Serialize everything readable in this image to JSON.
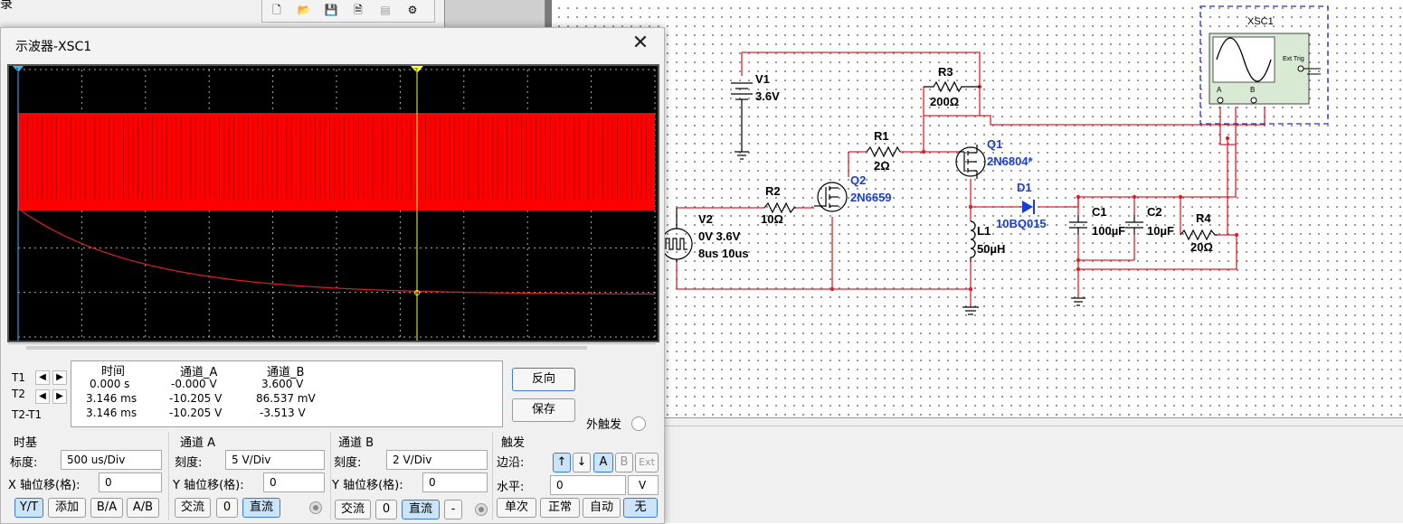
{
  "main": {
    "topleft_char": "录"
  },
  "scope": {
    "title": "示波器-XSC1",
    "close_glyph": "✕",
    "cursor_t1_marker": "1",
    "cursor_t2_marker": "2",
    "readout": {
      "headers": [
        "时间",
        "通道_A",
        "通道_B"
      ],
      "rows": [
        {
          "label": "T1",
          "time": "0.000 s",
          "a": "-0.000 V",
          "b": "3.600 V"
        },
        {
          "label": "T2",
          "time": "3.146 ms",
          "a": "-10.205 V",
          "b": "86.537 mV"
        },
        {
          "label": "T2-T1",
          "time": "3.146 ms",
          "a": "-10.205 V",
          "b": "-3.513 V"
        }
      ]
    },
    "buttons": {
      "reverse": "反向",
      "save": "保存"
    },
    "ext_trigger_label": "外触发",
    "timebase": {
      "title": "时基",
      "scale_label": "标度:",
      "scale_value": "500 us/Div",
      "xpos_label": "X 轴位移(格):",
      "xpos_value": "0",
      "modes": [
        "Y/T",
        "添加",
        "B/A",
        "A/B"
      ],
      "active_mode": "Y/T"
    },
    "channel_a": {
      "title": "通道 A",
      "scale_label": "刻度:",
      "scale_value": "5  V/Div",
      "ypos_label": "Y 轴位移(格):",
      "ypos_value": "0",
      "couplings": [
        "交流",
        "0",
        "直流"
      ],
      "active_coupling": "直流"
    },
    "channel_b": {
      "title": "通道 B",
      "scale_label": "刻度:",
      "scale_value": "2  V/Div",
      "ypos_label": "Y 轴位移(格):",
      "ypos_value": "0",
      "couplings": [
        "交流",
        "0",
        "直流",
        "-"
      ],
      "active_coupling": "直流"
    },
    "trigger": {
      "title": "触发",
      "edge_label": "边沿:",
      "edge_rise": "↑",
      "edge_fall": "↓",
      "sources": [
        "A",
        "B",
        "Ext"
      ],
      "active_source": "A",
      "level_label": "水平:",
      "level_value": "0",
      "level_unit": "V",
      "modes": [
        "单次",
        "正常",
        "自动",
        "无"
      ],
      "active_mode": "无"
    }
  },
  "schematic": {
    "instrument": "XSC1",
    "instrument_ext_trig": "Ext Trig",
    "instrument_a": "A",
    "instrument_b": "B",
    "v1": {
      "name": "V1",
      "value": "3.6V"
    },
    "v2": {
      "name": "V2",
      "line1": "0V 3.6V",
      "line2": "8us 10us"
    },
    "r1": {
      "name": "R1",
      "value": "2Ω"
    },
    "r2": {
      "name": "R2",
      "value": "10Ω"
    },
    "r3": {
      "name": "R3",
      "value": "200Ω"
    },
    "r4": {
      "name": "R4",
      "value": "20Ω"
    },
    "q1": {
      "name": "Q1",
      "value": "2N6804*"
    },
    "q2": {
      "name": "Q2",
      "value": "2N6659"
    },
    "d1": {
      "name": "D1",
      "value": "10BQ015"
    },
    "l1": {
      "name": "L1",
      "value": "50µH"
    },
    "c1": {
      "name": "C1",
      "value": "100µF"
    },
    "c2": {
      "name": "C2",
      "value": "10µF"
    }
  },
  "colors": {
    "wire": "#e0202a",
    "component": "#000000",
    "label_blue": "#1a3fd0",
    "trace_a": "#ff0000",
    "trace_b": "#e02020",
    "cursor": "#ffff33",
    "cursor_marker_1": "#33bbff",
    "grid": "#d8d8d8"
  }
}
